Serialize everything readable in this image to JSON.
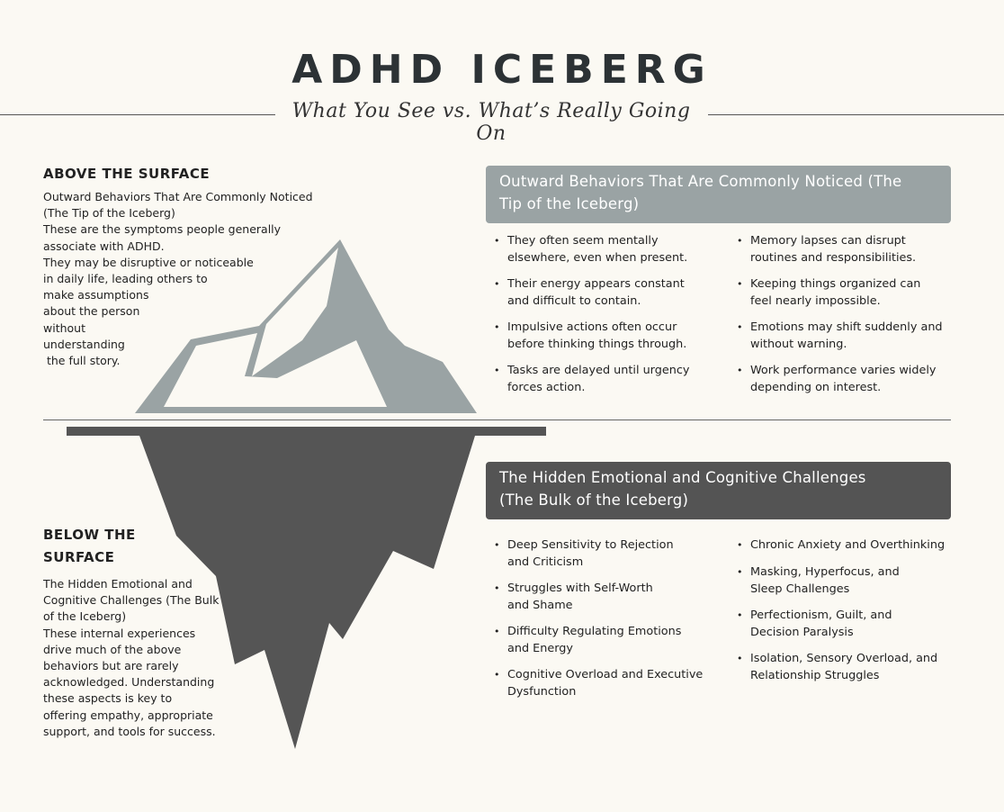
{
  "header": {
    "title": "ADHD ICEBERG",
    "subtitle": "What You See vs. What’s Really Going On"
  },
  "above": {
    "heading": "ABOVE THE SURFACE",
    "lines": [
      "Outward Behaviors That Are Commonly Noticed",
      "(The Tip of the Iceberg)",
      "These are the symptoms people generally",
      "associate with ADHD.",
      "They may be disruptive or noticeable",
      "in daily life, leading others to",
      "make assumptions",
      "about the person",
      "without",
      "understanding",
      " the full story."
    ],
    "banner_lines": [
      "Outward Behaviors That Are Commonly Noticed (The",
      "Tip of the Iceberg)"
    ],
    "banner_color": "#9aa3a4",
    "col1": [
      [
        "They often seem mentally",
        "elsewhere, even when present."
      ],
      [
        "Their energy appears constant",
        "and difficult to contain."
      ],
      [
        "Impulsive actions often occur",
        "before thinking things through."
      ],
      [
        "Tasks are delayed until urgency",
        "forces action."
      ]
    ],
    "col2": [
      [
        "Memory lapses can disrupt",
        "routines and responsibilities."
      ],
      [
        "Keeping things organized can",
        "feel nearly impossible."
      ],
      [
        "Emotions may shift suddenly and",
        "without warning."
      ],
      [
        "Work performance varies widely",
        "depending on interest."
      ]
    ]
  },
  "below": {
    "heading_lines": [
      "BELOW THE",
      "SURFACE"
    ],
    "lines": [
      "The Hidden Emotional and",
      "Cognitive Challenges (The Bulk",
      "of the Iceberg)",
      "These internal experiences",
      "drive much of the above",
      "behaviors but are rarely",
      "acknowledged. Understanding",
      "these aspects is key to",
      "offering empathy, appropriate",
      "support, and tools for success."
    ],
    "banner_lines": [
      "The Hidden Emotional and Cognitive Challenges",
      "(The Bulk of the Iceberg)"
    ],
    "banner_color": "#545454",
    "col1": [
      [
        "Deep Sensitivity to Rejection",
        "and Criticism"
      ],
      [
        "Struggles with Self-Worth",
        "and Shame"
      ],
      [
        "Difficulty Regulating Emotions",
        "and Energy"
      ],
      [
        "Cognitive Overload and Executive",
        "Dysfunction"
      ]
    ],
    "col2": [
      [
        "Chronic Anxiety and Overthinking"
      ],
      [
        "Masking, Hyperfocus, and",
        "Sleep Challenges"
      ],
      [
        "Perfectionism, Guilt, and",
        "Decision Paralysis"
      ],
      [
        "Isolation, Sensory Overload, and",
        "Relationship Struggles"
      ]
    ]
  },
  "colors": {
    "iceberg_tip": "#9aa3a4",
    "iceberg_bulk": "#555555",
    "background": "#fbf9f3"
  }
}
